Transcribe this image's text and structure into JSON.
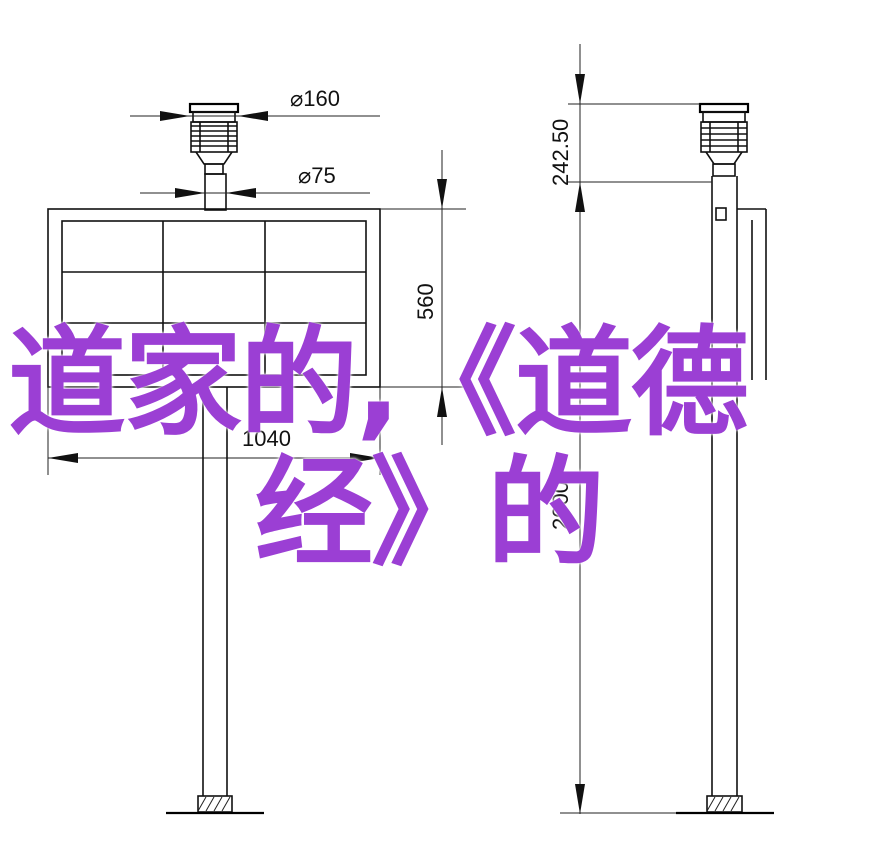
{
  "dimensions": {
    "front_top_diameter": "⌀160",
    "front_pole_diameter": "⌀75",
    "panel_height": "560",
    "panel_width": "1040",
    "side_sensor_height": "242.50",
    "side_total_height": "2000"
  },
  "overlay": {
    "line1": "道家的,《道德",
    "line2": "经》的"
  },
  "colors": {
    "line": "#111111",
    "overlay_text": "#9b3fd4",
    "background": "#ffffff"
  }
}
